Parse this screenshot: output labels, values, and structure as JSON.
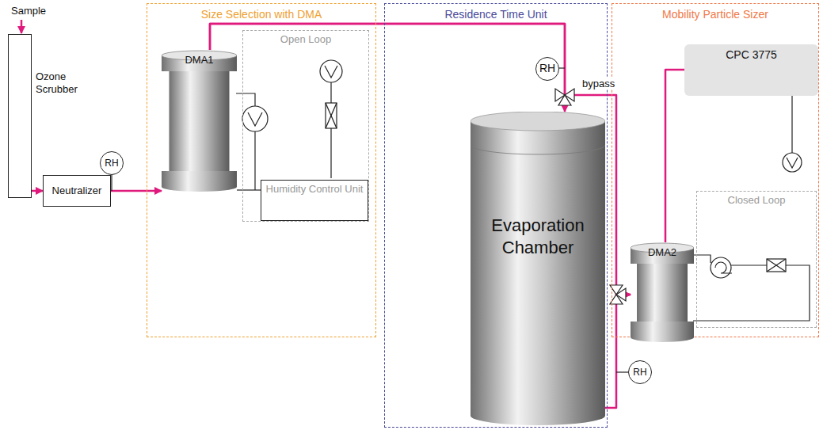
{
  "diagram": {
    "nodes": [
      {
        "text": [
          "Ozone Scrubber"
        ]
      },
      {
        "text": [
          "Neutralizer"
        ]
      },
      {
        "text": [
          "RH"
        ]
      },
      {
        "text": [
          "Size Selection with DMA"
        ]
      },
      {
        "text": [
          "DMA1"
        ],
        "in": 3
      },
      {
        "text": [
          "Open Loop"
        ],
        "in": 3
      },
      {
        "text": [
          "Humidity Control Unit"
        ],
        "in": 5
      },
      {
        "text": [
          "Residence Time Unit"
        ]
      },
      {
        "text": [
          "RH"
        ],
        "in": 7
      },
      {
        "text": [
          "Evaporation Chamber"
        ],
        "in": 7
      },
      {
        "text": [
          "RH"
        ]
      },
      {
        "text": [
          "Mobility Particle Sizer"
        ]
      },
      {
        "text": [
          "CPC 3775"
        ],
        "in": 11
      },
      {
        "text": [
          "DMA2"
        ],
        "in": 11
      },
      {
        "text": [
          "Closed Loop"
        ],
        "in": 11
      }
    ],
    "edges": [
      {
        "from": 0,
        "to": 1,
        "arrow": "to"
      },
      {
        "from": 1,
        "to": 4,
        "arrow": "to"
      },
      {
        "from": 4,
        "to": 9,
        "arrow": "to"
      },
      {
        "from": 4,
        "to": 13,
        "label": "bypass",
        "arrow": "to"
      },
      {
        "from": 9,
        "to": 13,
        "arrow": "to"
      },
      {
        "from": 13,
        "to": 12,
        "arrow": "none"
      },
      {
        "from": 4,
        "to": 6,
        "arrow": "none"
      }
    ],
    "labels": [
      "Sample"
    ]
  }
}
